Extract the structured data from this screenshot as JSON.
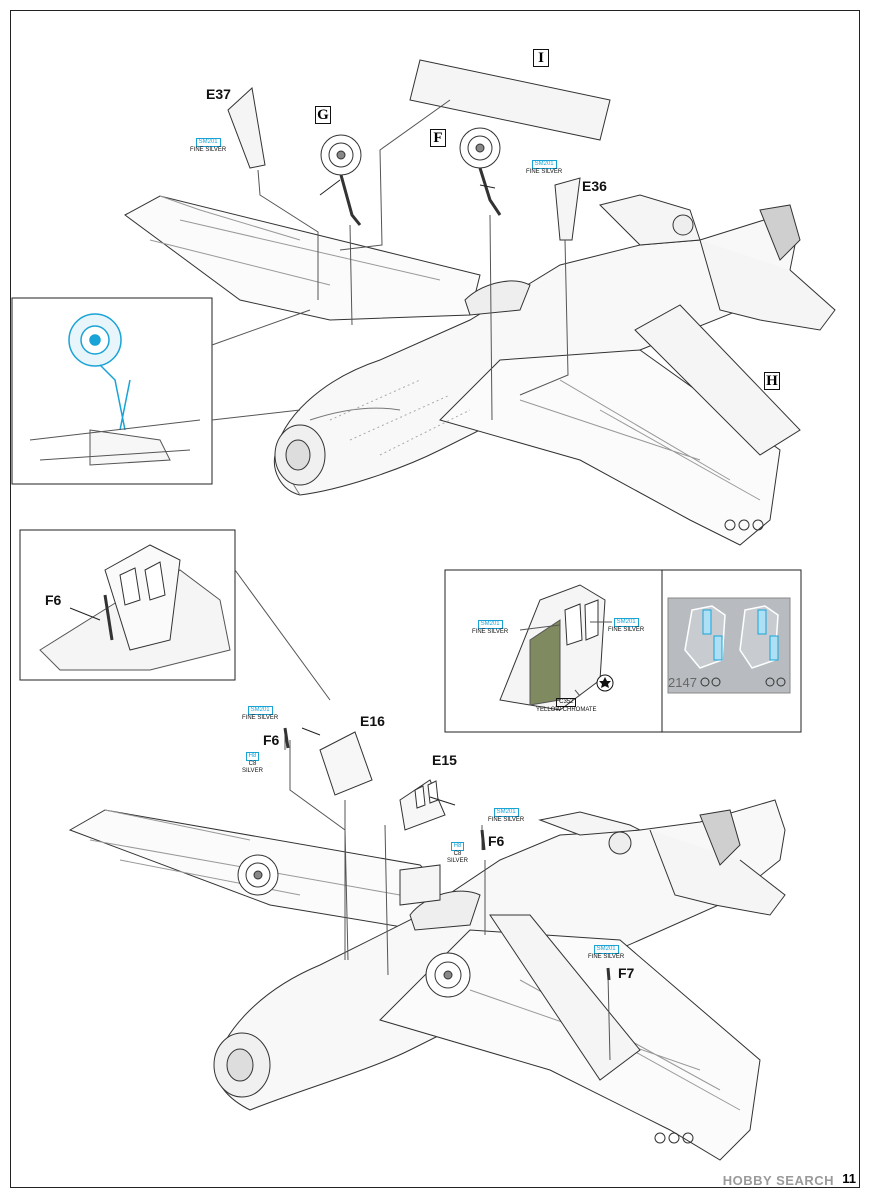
{
  "page_number": "11",
  "watermark": "HOBBY SEARCH",
  "photoetch_number": "2147",
  "colors": {
    "accent": "#19a3d6",
    "line": "#333333",
    "fret": "#b8bcc0",
    "chromate": "#808a60"
  },
  "top_assembly": {
    "steps": [
      "I",
      "G",
      "F",
      "H"
    ],
    "parts": [
      "E37",
      "E36"
    ],
    "callout_e37": {
      "code": "SM201",
      "name": "FINE SILVER"
    },
    "callout_e36": {
      "code": "SM201",
      "name": "FINE SILVER"
    }
  },
  "detail_inset": {
    "part": "F6"
  },
  "door_inset": {
    "left_callout": {
      "code": "SM201",
      "name": "FINE SILVER"
    },
    "right_callout": {
      "code": "SM201",
      "name": "FINE SILVER"
    },
    "chromate": {
      "code": "C352",
      "name": "YELLOW CHROMATE"
    },
    "mark_icon": "star-in-circle-icon"
  },
  "bottom_assembly": {
    "parts": [
      "E16",
      "F6",
      "E15",
      "F6",
      "F7"
    ],
    "callout_f6_left": {
      "code": "SM201",
      "name": "FINE SILVER"
    },
    "alt_f6_left": {
      "code": "H8",
      "code2": "C8",
      "name": "SILVER"
    },
    "callout_e15": {
      "code": "SM201",
      "name": "FINE SILVER"
    },
    "alt_f6_right": {
      "code": "H8",
      "code2": "C8",
      "name": "SILVER"
    },
    "callout_f7": {
      "code": "SM201",
      "name": "FINE SILVER"
    }
  }
}
